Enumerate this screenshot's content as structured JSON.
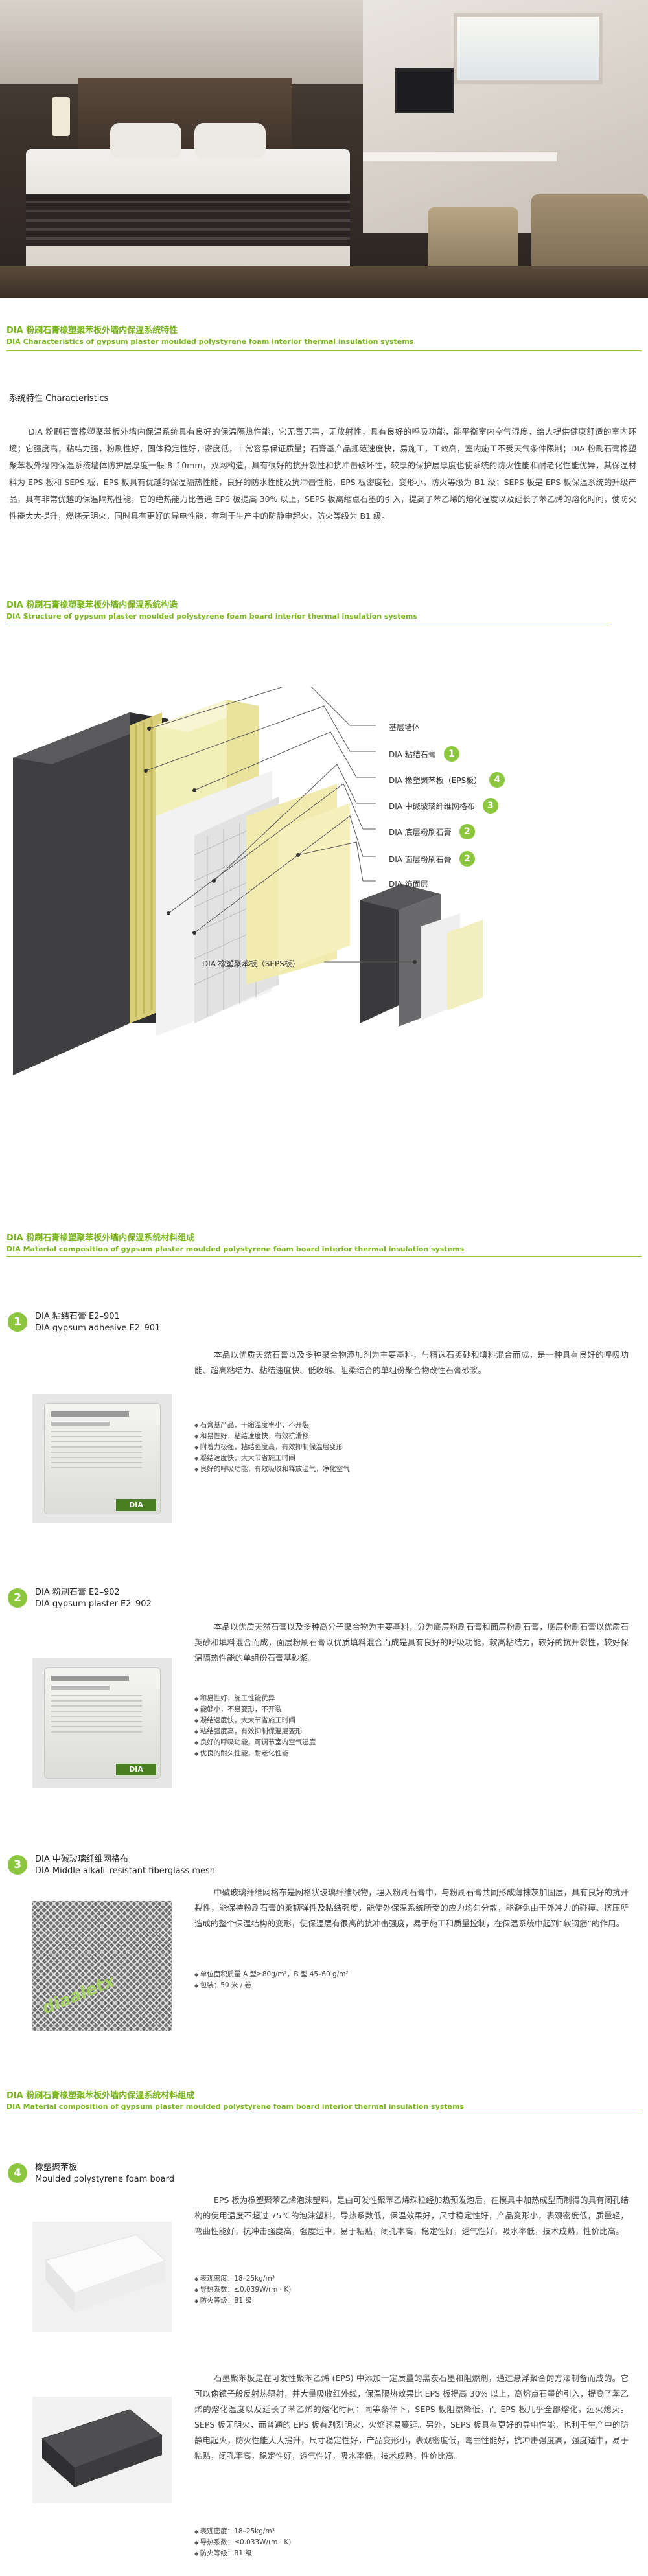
{
  "section1": {
    "title_cn": "DIA 粉刷石膏橡塑聚苯板外墙内保温系统特性",
    "title_en": "DIA Characteristics of gypsum plaster moulded polystyrene foam interior thermal insulation systems",
    "sub_head": "系统特性  Characteristics",
    "paragraph": "DIA 粉刷石膏橡塑聚苯板外墙内保温系统具有良好的保温隔热性能，它无毒无害，无放射性，具有良好的呼吸功能，能平衡室内空气湿度，给人提供健康舒适的室内环境；它强度高，粘结力强，粉刷性好，固体稳定性好，密度低，非常容易保证质量；石膏基产品规范速度快，易施工，工效高，室内施工不受天气条件限制；DIA 粉刷石膏橡塑聚苯板外墙内保温系统墙体防护层厚度一般 8–10mm，双网构造，具有很好的抗开裂性和抗冲击破坏性，较厚的保护层厚度也使系统的防火性能和耐老化性能优异，其保温材料为 EPS 板和 SEPS 板，EPS 板具有优越的保温隔热性能，良好的防水性能及抗冲击性能，EPS 板密度轻，变形小，防火等级为 B1 级；SEPS 板是 EPS 板保温系统的升级产品，具有非常优越的保温隔热性能，它的绝热能力比普通 EPS 板提高 30% 以上，SEPS 板离缩点石墨的引入，提高了苯乙烯的熔化温度以及延长了苯乙烯的熔化时间，使防火性能大大提升，燃烧无明火，同时具有更好的导电性能，有利于生产中的防静电起火，防火等级为 B1 级。"
  },
  "section2": {
    "title_cn": "DIA 粉刷石膏橡塑聚苯板外墙内保温系统构造",
    "title_en": "DIA Structure of gypsum plaster moulded polystyrene foam board interior thermal insulation systems",
    "labels": [
      {
        "text": "基层墙体",
        "badge": ""
      },
      {
        "text": "DIA 粘结石膏",
        "badge": "1"
      },
      {
        "text": "DIA 橡塑聚苯板（EPS板）",
        "badge": "4"
      },
      {
        "text": "DIA 中碱玻璃纤维网格布",
        "badge": "3"
      },
      {
        "text": "DIA 底层粉刷石膏",
        "badge": "2"
      },
      {
        "text": "DIA 面层粉刷石膏",
        "badge": "2"
      },
      {
        "text": "DIA 饰面层",
        "badge": ""
      }
    ],
    "seps_label": "DIA 橡塑聚苯板（SEPS板）"
  },
  "section3": {
    "title_cn": "DIA 粉刷石膏橡塑聚苯板外墙内保温系统材料组成",
    "title_en": "DIA Material composition of gypsum plaster moulded polystyrene foam board interior thermal insulation systems",
    "items": [
      {
        "num": "1",
        "name_cn": "DIA 粘结石膏 E2–901",
        "name_en": "DIA gypsum adhesive E2–901",
        "desc": "本品以优质天然石膏以及多种聚合物添加剂为主要基料，与精选石英砂和填料混合而成，是一种具有良好的呼吸功能、超高粘结力、粘结速度快、低收缩、阻柔结合的单组份聚合物改性石膏砂浆。",
        "bullets": [
          "石膏基产品，干缩温度率小，不开裂",
          "和易性好，粘结速度快，有效抗滑移",
          "附着力极强，粘结强度高，有效抑制保温层变形",
          "凝结速度快，大大节省施工时间",
          "良好的呼吸功能，有效吸收和释放湿气，净化空气"
        ],
        "bag_brand": "DIA"
      },
      {
        "num": "2",
        "name_cn": "DIA 粉刷石膏 E2–902",
        "name_en": "DIA gypsum plaster E2–902",
        "desc": "本品以优质天然石膏以及多种高分子聚合物为主要基料，分为底层粉刷石膏和面层粉刷石膏，底层粉刷石膏以优质石英砂和填料混合而成，面层粉刷石膏以优质填料混合而成是具有良好的呼吸功能，软高粘结力，较好的抗开裂性，较好保温隔热性能的单组份石膏基砂浆。",
        "bullets": [
          "和易性好，施工性能优异",
          "能够小，不易变形，不开裂",
          "凝结速度快，大大节省施工时间",
          "粘结强度高，有效抑制保温层变形",
          "良好的呼吸功能，可调节室内空气湿度",
          "优良的耐久性能，耐老化性能"
        ],
        "bag_brand": "DIA"
      },
      {
        "num": "3",
        "name_cn": "DIA 中碱玻璃纤维网格布",
        "name_en": "DIA Middle alkali–resistant fiberglass mesh",
        "desc": "中碱玻璃纤维网格布是网格状玻璃纤维织物，埋入粉刷石膏中，与粉刷石膏共同形成薄抹灰加固层，具有良好的抗开裂性，能保持粉刷石膏的柔韧弹性及粘结强度，能使外保温系统所受的应力均匀分散，能避免由于外冲力的碰撞、挤压所造成的整个保温结构的变形，使保温层有很高的抗冲击强度，易于施工和质量控制，在保温系统中起到“软钢筋”的作用。",
        "bullets": [
          "单位面积质量 A 型≥80g/m²，B 型 45–60 g/m²",
          "包装：50 米 / 卷"
        ],
        "roll_text": "diaaletx"
      }
    ]
  },
  "section4": {
    "title_cn": "DIA 粉刷石膏橡塑聚苯板外墙内保温系统材料组成",
    "title_en": "DIA Material composition of gypsum plaster moulded polystyrene foam board interior thermal insulation systems",
    "num": "4",
    "name_cn": "橡塑聚苯板",
    "name_en": "Moulded polystyrene foam board",
    "eps_desc": "EPS 板为橡塑聚苯乙烯泡沫塑料，是由可发性聚苯乙烯珠粒经加热预发泡后，在模具中加热成型而制得的具有闭孔结构的使用温度不超过 75℃的泡沫塑料，导热系数低，保温效果好，尺寸稳定性好，产品变形小，表观密度低，质量轻，弯曲性能好，抗冲击强度高，强度适中，易于粘贴，闭孔率高，稳定性好，透气性好，吸水率低，技术成熟，性价比高。",
    "eps_bullets": [
      "表观密度：18–25kg/m³",
      "导热系数：≤0.039W/(m · K)",
      "防火等级：B1 级"
    ],
    "seps_desc": "石墨聚苯板是在可发性聚苯乙烯 (EPS) 中添加一定质量的黑炭石墨和阻燃剂，通过悬浮聚合的方法制备而成的。它可以像镜子般反射热辐射，并大量吸收红外线，保温隔热效果比 EPS 板提高 30% 以上，高熔点石墨的引入，提高了苯乙烯的熔化温度以及延长了苯乙烯的熔化时间；同等条件下，SEPS 板阻燃降低，而 EPS 板几乎全部熔化，远火熄灭。SEPS 板无明火，而普通的 EPS 板有剧烈明火，火焰容易蔓延。另外，SEPS 板具有更好的导电性能，也利于生产中的防静电起火，防火性能大大提升，尺寸稳定性好，产品变形小，表观密度低，弯曲性能好，抗冲击强度高，强度适中，易于粘贴，闭孔率高，稳定性好，透气性好，吸水率低，技术成熟，性价比高。",
    "seps_bullets": [
      "表观密度：18–25kg/m³",
      "导热系数：≤0.033W/(m · K)",
      "防火等级：B1 级"
    ]
  },
  "colors": {
    "accent": "#8cc63f",
    "title": "#7ab51d"
  }
}
